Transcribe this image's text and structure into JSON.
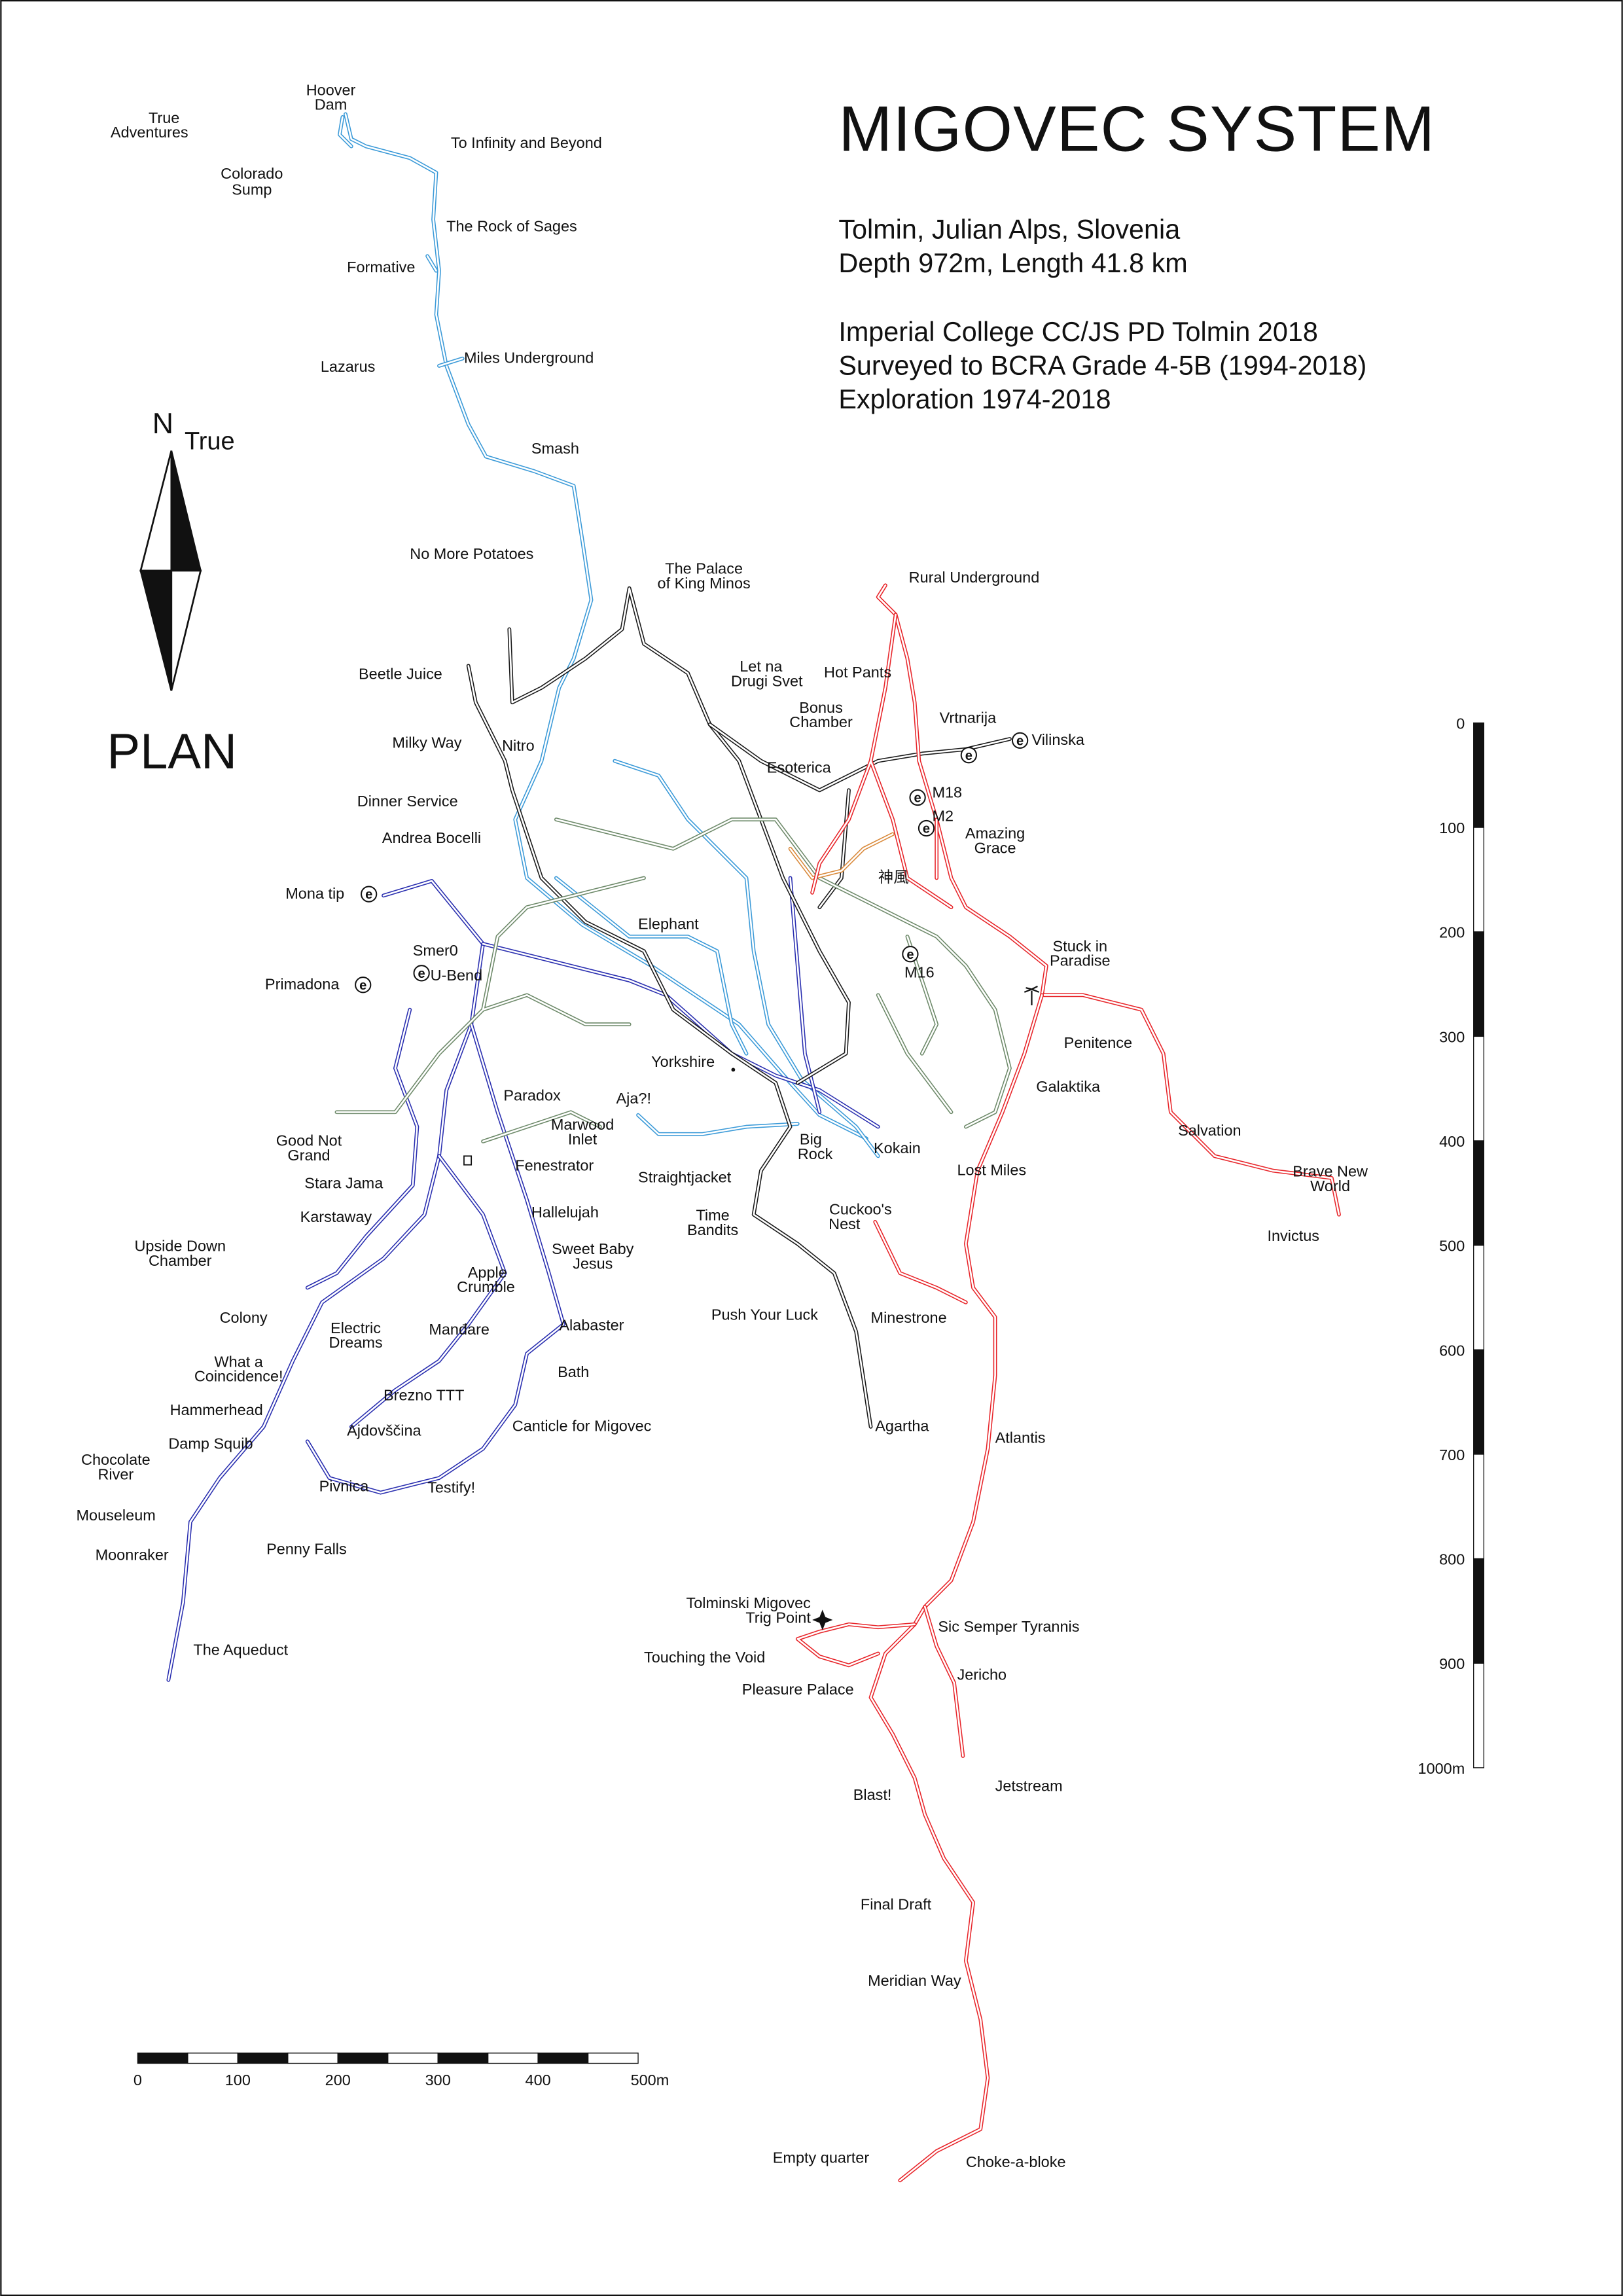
{
  "title": "MIGOVEC SYSTEM",
  "info": {
    "location": "Tolmin, Julian Alps, Slovenia",
    "stats": "Depth 972m, Length 41.8 km",
    "survey_org": "Imperial College CC/JS PD Tolmin 2018",
    "grade": "Surveyed to BCRA Grade 4-5B (1994-2018)",
    "exploration": "Exploration 1974-2018"
  },
  "north_arrow": {
    "n": "N",
    "true": "True"
  },
  "plan_label": "PLAN",
  "entrance_symbol": "e",
  "colors": {
    "light_blue": "#3b9ad8",
    "dark_blue": "#2a2fb0",
    "black": "#1a1a1a",
    "green": "#6e8a6a",
    "red": "#e8262b",
    "orange": "#d9893a"
  },
  "labels": {
    "hoover_dam": [
      "Hoover",
      "Dam"
    ],
    "true_adventures": [
      "True",
      "Adventures"
    ],
    "to_infinity": [
      "To Infinity and Beyond"
    ],
    "colorado_sump": [
      "Colorado",
      "Sump"
    ],
    "rock_of_sages": [
      "The Rock of Sages"
    ],
    "formative": [
      "Formative"
    ],
    "miles_underground": [
      "Miles Underground"
    ],
    "lazarus": [
      "Lazarus"
    ],
    "smash": [
      "Smash"
    ],
    "no_more_potatoes": [
      "No More Potatoes"
    ],
    "palace_king_minos": [
      "The Palace",
      "of King Minos"
    ],
    "rural_underground": [
      "Rural Underground"
    ],
    "let_na_drugi_svet": [
      "Let na",
      "Drugi Svet"
    ],
    "hot_pants": [
      "Hot Pants"
    ],
    "beetle_juice": [
      "Beetle Juice"
    ],
    "bonus_chamber": [
      "Bonus",
      "Chamber"
    ],
    "vrtnarija": [
      "Vrtnarija"
    ],
    "vilinska": [
      "Vilinska"
    ],
    "milky_way": [
      "Milky Way"
    ],
    "nitro": [
      "Nitro"
    ],
    "esoterica": [
      "Esoterica"
    ],
    "m18": [
      "M18"
    ],
    "dinner_service": [
      "Dinner Service"
    ],
    "m2": [
      "M2"
    ],
    "amazing_grace": [
      "Amazing",
      "Grace"
    ],
    "andrea_bocelli": [
      "Andrea Bocelli"
    ],
    "kamikaze": [
      "神風"
    ],
    "mona_tip": [
      "Mona tip"
    ],
    "elephant": [
      "Elephant"
    ],
    "stuck_in_paradise": [
      "Stuck in",
      "Paradise"
    ],
    "smer0": [
      "Smer0"
    ],
    "m16": [
      "M16"
    ],
    "u_bend": [
      "U-Bend"
    ],
    "primadona": [
      "Primadona"
    ],
    "penitence": [
      "Penitence"
    ],
    "yorkshire": [
      "Yorkshire"
    ],
    "galaktika": [
      "Galaktika"
    ],
    "paradox": [
      "Paradox"
    ],
    "aja": [
      "Aja?!"
    ],
    "marwood_inlet": [
      "Marwood",
      "Inlet"
    ],
    "salvation": [
      "Salvation"
    ],
    "good_not_grand": [
      "Good Not",
      "Grand"
    ],
    "big_rock": [
      "Big",
      "Rock"
    ],
    "kokain": [
      "Kokain"
    ],
    "fenestrator": [
      "Fenestrator"
    ],
    "lost_miles": [
      "Lost Miles"
    ],
    "brave_new_world": [
      "Brave New",
      "World"
    ],
    "stara_jama": [
      "Stara Jama"
    ],
    "straightjacket": [
      "Straightjacket"
    ],
    "cuckoos_nest": [
      "Cuckoo's",
      "Nest"
    ],
    "hallelujah": [
      "Hallelujah"
    ],
    "time_bandits": [
      "Time",
      "Bandits"
    ],
    "karstaway": [
      "Karstaway"
    ],
    "invictus": [
      "Invictus"
    ],
    "upside_down_chamber": [
      "Upside Down",
      "Chamber"
    ],
    "sweet_baby_jesus": [
      "Sweet Baby",
      "Jesus"
    ],
    "apple_crumble": [
      "Apple",
      "Crumble"
    ],
    "colony": [
      "Colony"
    ],
    "push_your_luck": [
      "Push Your Luck"
    ],
    "minestrone": [
      "Minestrone"
    ],
    "alabaster": [
      "Alabaster"
    ],
    "electric_dreams": [
      "Electric",
      "Dreams"
    ],
    "mandare": [
      "Manđare"
    ],
    "what_a_coincidence": [
      "What a",
      "Coincidence!"
    ],
    "bath": [
      "Bath"
    ],
    "brezno_ttt": [
      "Brezno TTT"
    ],
    "hammerhead": [
      "Hammerhead"
    ],
    "canticle": [
      "Canticle for Migovec"
    ],
    "agartha": [
      "Agartha"
    ],
    "ajdovscina": [
      "Ajdovščina"
    ],
    "atlantis": [
      "Atlantis"
    ],
    "damp_squib": [
      "Damp Squib"
    ],
    "chocolate_river": [
      "Chocolate",
      "River"
    ],
    "pivnica": [
      "Pivnica"
    ],
    "testify": [
      "Testify!"
    ],
    "mouseleum": [
      "Mouseleum"
    ],
    "penny_falls": [
      "Penny Falls"
    ],
    "moonraker": [
      "Moonraker"
    ],
    "trig_point": [
      "Tolminski Migovec",
      "Trig Point"
    ],
    "sic_semper": [
      "Sic Semper Tyrannis"
    ],
    "aqueduct": [
      "The Aqueduct"
    ],
    "touching_the_void": [
      "Touching the Void"
    ],
    "jericho": [
      "Jericho"
    ],
    "pleasure_palace": [
      "Pleasure Palace"
    ],
    "jetstream": [
      "Jetstream"
    ],
    "blast": [
      "Blast!"
    ],
    "final_draft": [
      "Final Draft"
    ],
    "meridian_way": [
      "Meridian Way"
    ],
    "empty_quarter": [
      "Empty quarter"
    ],
    "choke_a_bloke": [
      "Choke-a-bloke"
    ]
  },
  "depth_scale": {
    "labels": [
      "0",
      "100",
      "200",
      "300",
      "400",
      "500",
      "600",
      "700",
      "800",
      "900",
      "1000m"
    ]
  },
  "horizontal_scale": {
    "labels": [
      "0",
      "100",
      "200",
      "300",
      "400",
      "500m"
    ]
  }
}
